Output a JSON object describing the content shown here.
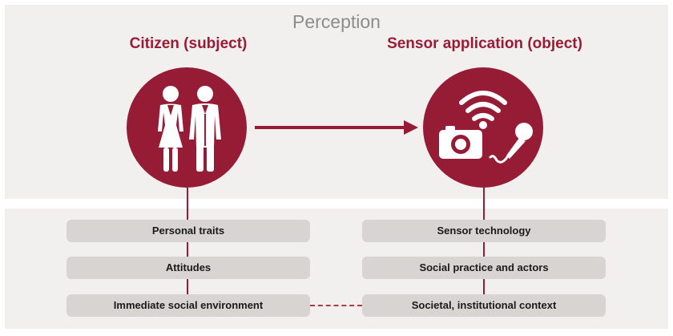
{
  "title": "Perception",
  "subject": {
    "heading": "Citizen (subject)",
    "icon": "people-icon",
    "factors": [
      "Personal traits",
      "Attitudes",
      "Immediate social environment"
    ]
  },
  "object": {
    "heading": "Sensor application (object)",
    "icon": "sensor-devices-icon",
    "factors": [
      "Sensor technology",
      "Social practice and actors",
      "Societal, institutional context"
    ]
  },
  "colors": {
    "accent": "#951c34",
    "panel": "#f2f0ef",
    "factor_box": "#d8d4d1",
    "title_gray": "#8c8c8c"
  }
}
